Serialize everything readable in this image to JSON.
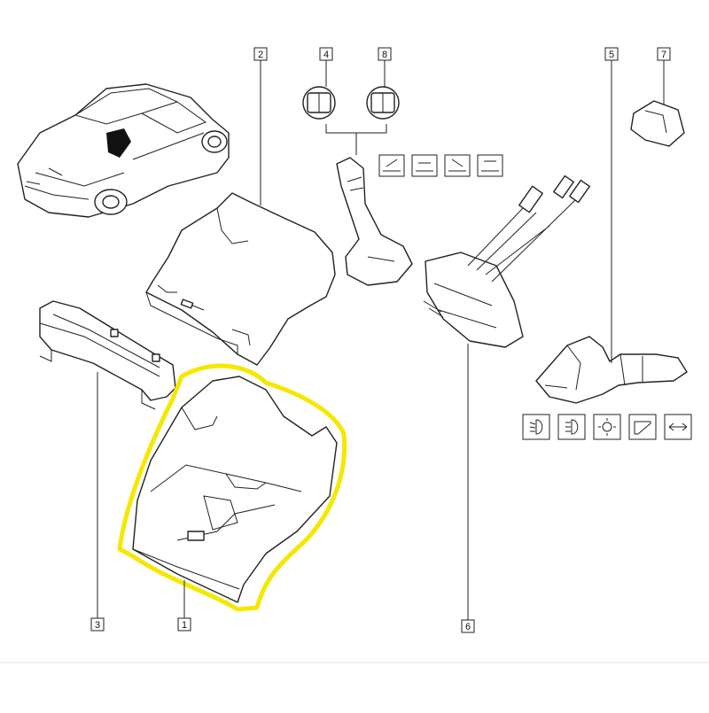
{
  "callouts": {
    "c1": "1",
    "c2": "2",
    "c3": "3",
    "c4": "4",
    "c5": "5",
    "c6": "6",
    "c7": "7",
    "c8": "8"
  },
  "highlight_color": "#f5e800",
  "line_color": "#222222",
  "icons": {
    "wiper_modes": [
      "wiper-off-icon",
      "wiper-intermittent-icon",
      "wiper-slow-icon",
      "wiper-fast-icon"
    ],
    "light_modes": [
      "low-beam-icon",
      "high-beam-icon",
      "parking-light-icon",
      "horn-icon",
      "turn-signal-icon"
    ]
  }
}
